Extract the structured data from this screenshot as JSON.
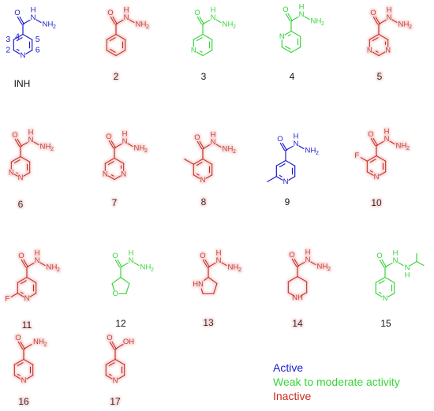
{
  "colors": {
    "active": "#1a1ad0",
    "weak": "#39d439",
    "inactive": "#c42a1f",
    "halo": "#f8d6d6"
  },
  "atoms": {
    "O": "O",
    "N": "N",
    "H": "H",
    "NH": "NH",
    "F": "F",
    "OH": "OH",
    "HN": "HN",
    "two": "2"
  },
  "ring_numbers": [
    "3",
    "4",
    "5",
    "2",
    "6"
  ],
  "molecules": [
    {
      "label": "INH",
      "activity": "active"
    },
    {
      "label": "2",
      "activity": "inactive"
    },
    {
      "label": "3",
      "activity": "weak"
    },
    {
      "label": "4",
      "activity": "weak"
    },
    {
      "label": "5",
      "activity": "inactive"
    },
    {
      "label": "6",
      "activity": "inactive"
    },
    {
      "label": "7",
      "activity": "inactive"
    },
    {
      "label": "8",
      "activity": "inactive"
    },
    {
      "label": "9",
      "activity": "active"
    },
    {
      "label": "10",
      "activity": "inactive"
    },
    {
      "label": "11",
      "activity": "inactive"
    },
    {
      "label": "12",
      "activity": "weak"
    },
    {
      "label": "13",
      "activity": "inactive"
    },
    {
      "label": "14",
      "activity": "inactive"
    },
    {
      "label": "15",
      "activity": "weak"
    },
    {
      "label": "16",
      "activity": "inactive"
    },
    {
      "label": "17",
      "activity": "inactive"
    }
  ],
  "legend": {
    "active": "Active",
    "weak": "Weak to moderate activity",
    "inactive": "Inactive"
  }
}
